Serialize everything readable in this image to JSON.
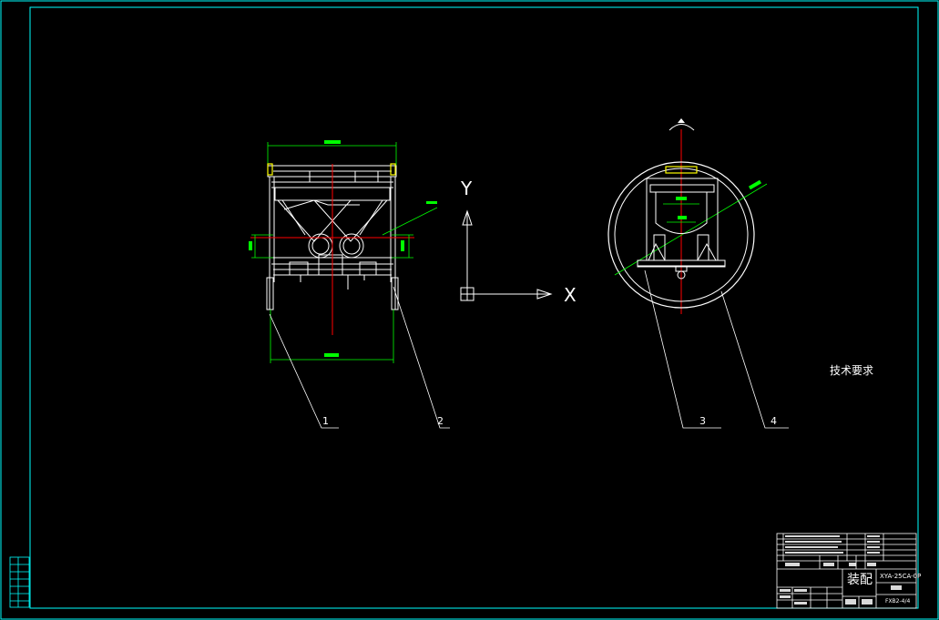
{
  "drawing": {
    "technical_requirements": "技术要求",
    "axis_x": "X",
    "axis_y": "Y",
    "balloons": [
      "1",
      "2",
      "3",
      "4"
    ]
  },
  "title_block": {
    "part_name": "装配",
    "drawing_code": "XYA-25CA-0P",
    "sheet_code": "FXB2-4/4"
  },
  "colors": {
    "border": "#00ffff",
    "geometry": "#ffffff",
    "centerline": "#ff0000",
    "dimension": "#00ff00",
    "highlight": "#ffff00"
  }
}
